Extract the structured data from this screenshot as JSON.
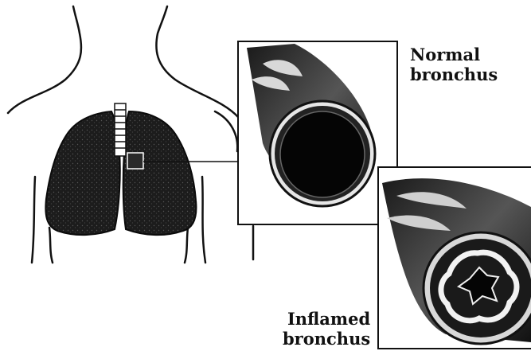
{
  "labels": {
    "normal": {
      "line1": "Normal",
      "line2": "bronchus"
    },
    "inflamed": {
      "line1": "Inflamed",
      "line2": "bronchus"
    }
  },
  "colors": {
    "ink": "#111111",
    "lung": "#1c1c1c",
    "inflamed_lining": "#f2f2f2"
  }
}
